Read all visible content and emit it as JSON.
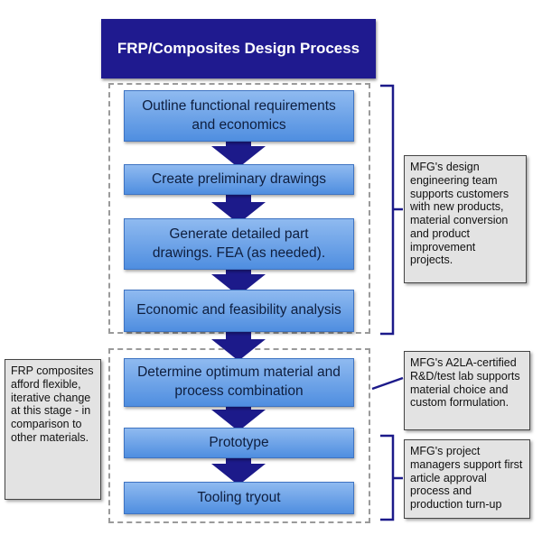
{
  "title": "FRP/Composites Design Process",
  "steps": [
    "Outline functional requirements and economics",
    "Create preliminary drawings",
    "Generate detailed part drawings. FEA (as needed).",
    "Economic and feasibility analysis",
    "Determine optimum material and process combination",
    "Prototype",
    "Tooling tryout"
  ],
  "notes": {
    "design_team": "MFG's design engineering team supports customers with new products, material conversion and product improvement projects.",
    "lab": "MFG's A2LA-certified R&D/test lab supports material choice and custom formulation.",
    "project_managers": "MFG's project managers support first article approval process and production turn-up",
    "frp_flexibility": "FRP composites afford flexible, iterative change at this stage - in comparison to other materials."
  },
  "colors": {
    "title_bg": "#1f1a8f",
    "step_top": "#8fbaf0",
    "step_bottom": "#4f8ee0",
    "arrow": "#1c1a8a",
    "note_bg": "#e3e3e3"
  }
}
